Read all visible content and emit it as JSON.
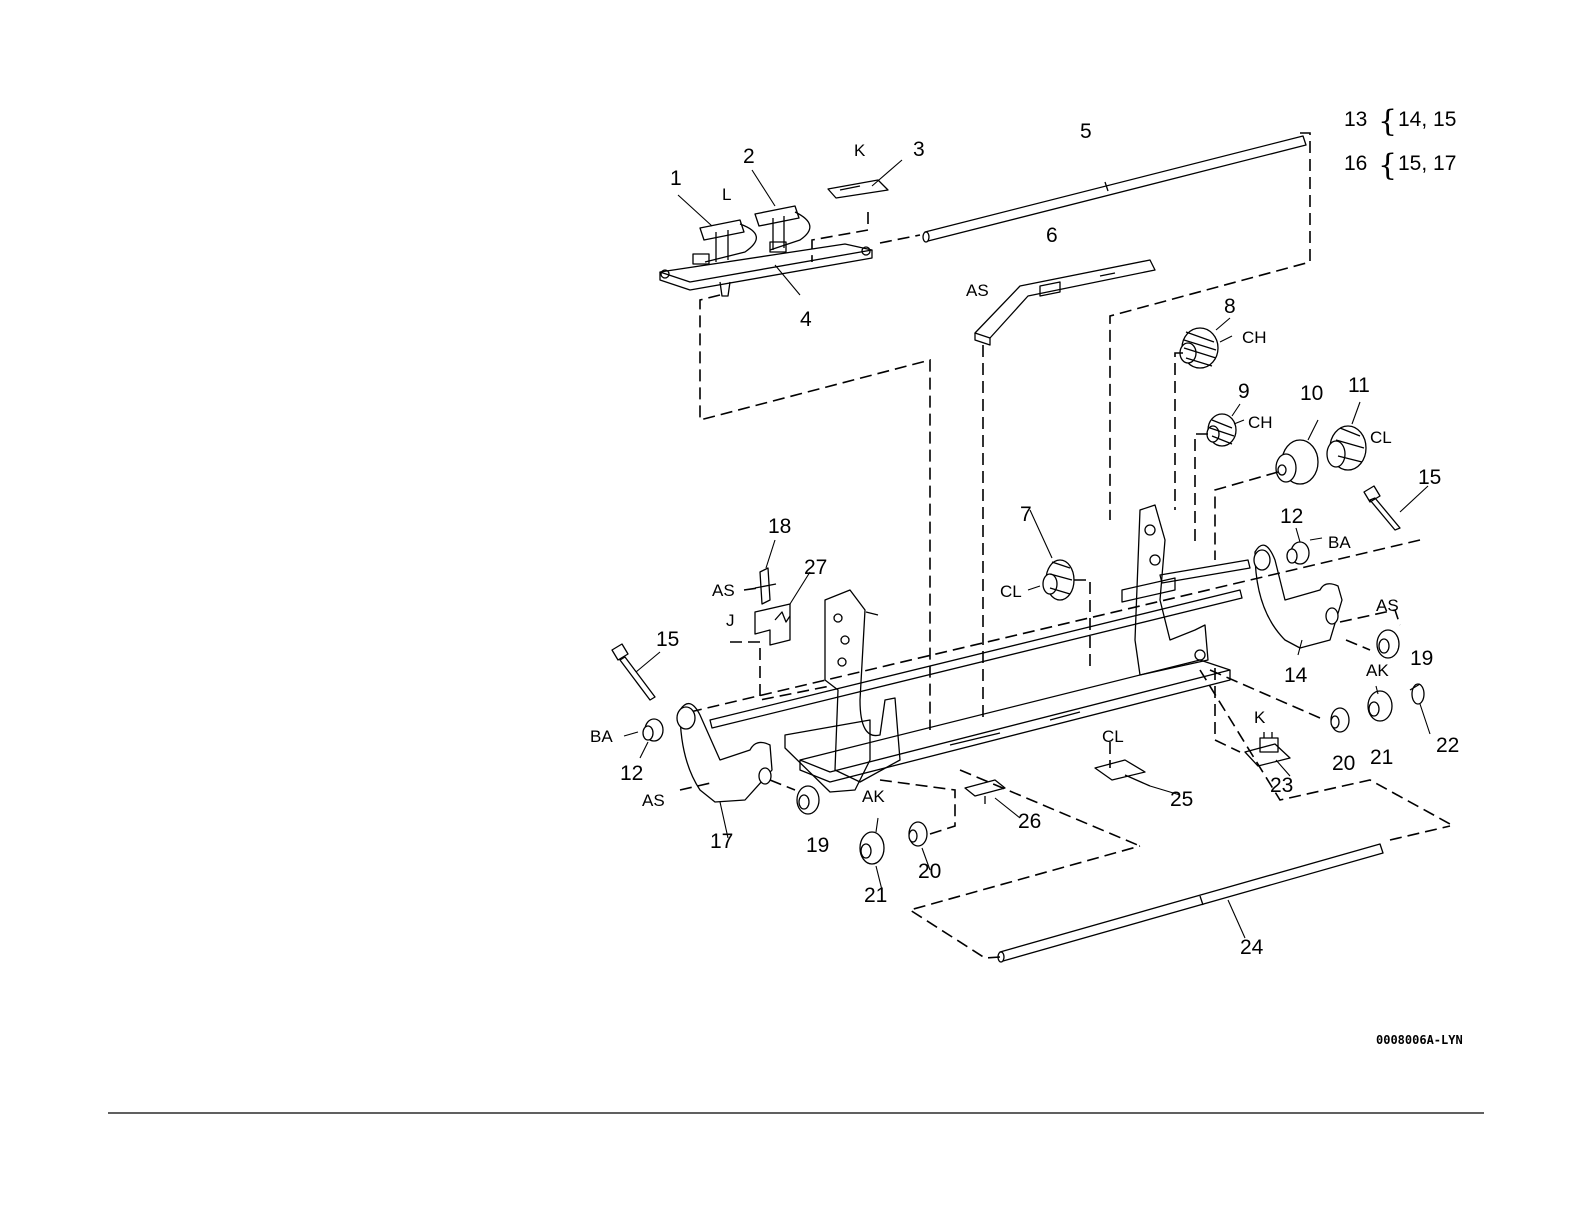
{
  "drawing_code": "0008006A-LYN",
  "notes": [
    {
      "ref": "13",
      "parts": "14, 15"
    },
    {
      "ref": "16",
      "parts": "15, 17"
    }
  ],
  "callouts": {
    "c1": "1",
    "c2": "2",
    "c3": "3",
    "c4": "4",
    "c5": "5",
    "c6": "6",
    "c7": "7",
    "c8": "8",
    "c9": "9",
    "c10": "10",
    "c11": "11",
    "c12a": "12",
    "c12b": "12",
    "c14": "14",
    "c15a": "15",
    "c15b": "15",
    "c17": "17",
    "c18": "18",
    "c19a": "19",
    "c19b": "19",
    "c20a": "20",
    "c20b": "20",
    "c21a": "21",
    "c21b": "21",
    "c22": "22",
    "c23": "23",
    "c24": "24",
    "c25": "25",
    "c26": "26",
    "c27": "27"
  },
  "tags": {
    "L": "L",
    "K1": "K",
    "K2": "K",
    "AS1": "AS",
    "AS2": "AS",
    "AS3": "AS",
    "AS4": "AS",
    "CH1": "CH",
    "CH2": "CH",
    "CL1": "CL",
    "CL2": "CL",
    "CL3": "CL",
    "BA1": "BA",
    "BA2": "BA",
    "AK1": "AK",
    "AK2": "AK",
    "J": "J"
  }
}
